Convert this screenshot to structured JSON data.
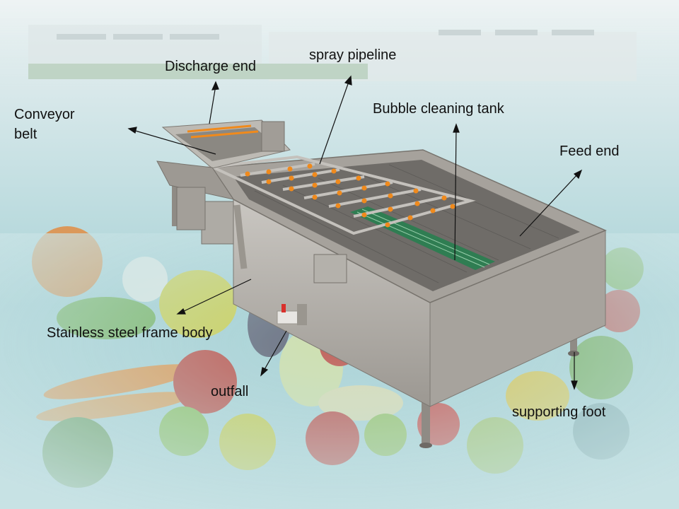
{
  "labels": {
    "discharge_end": "Discharge end",
    "spray_pipeline": "spray pipeline",
    "conveyor_line1": "Conveyor",
    "conveyor_line2": "belt",
    "bubble_tank": "Bubble cleaning tank",
    "feed_end": "Feed end",
    "frame_body": "Stainless steel frame body",
    "outfall": "outfall",
    "supporting_foot": "supporting foot"
  },
  "colors": {
    "steel": "#b5b2ad",
    "steel_dark": "#8f8b85",
    "nozzle": "#f08a1c",
    "belt": "#2f7d52",
    "background": "#bfdde0"
  }
}
